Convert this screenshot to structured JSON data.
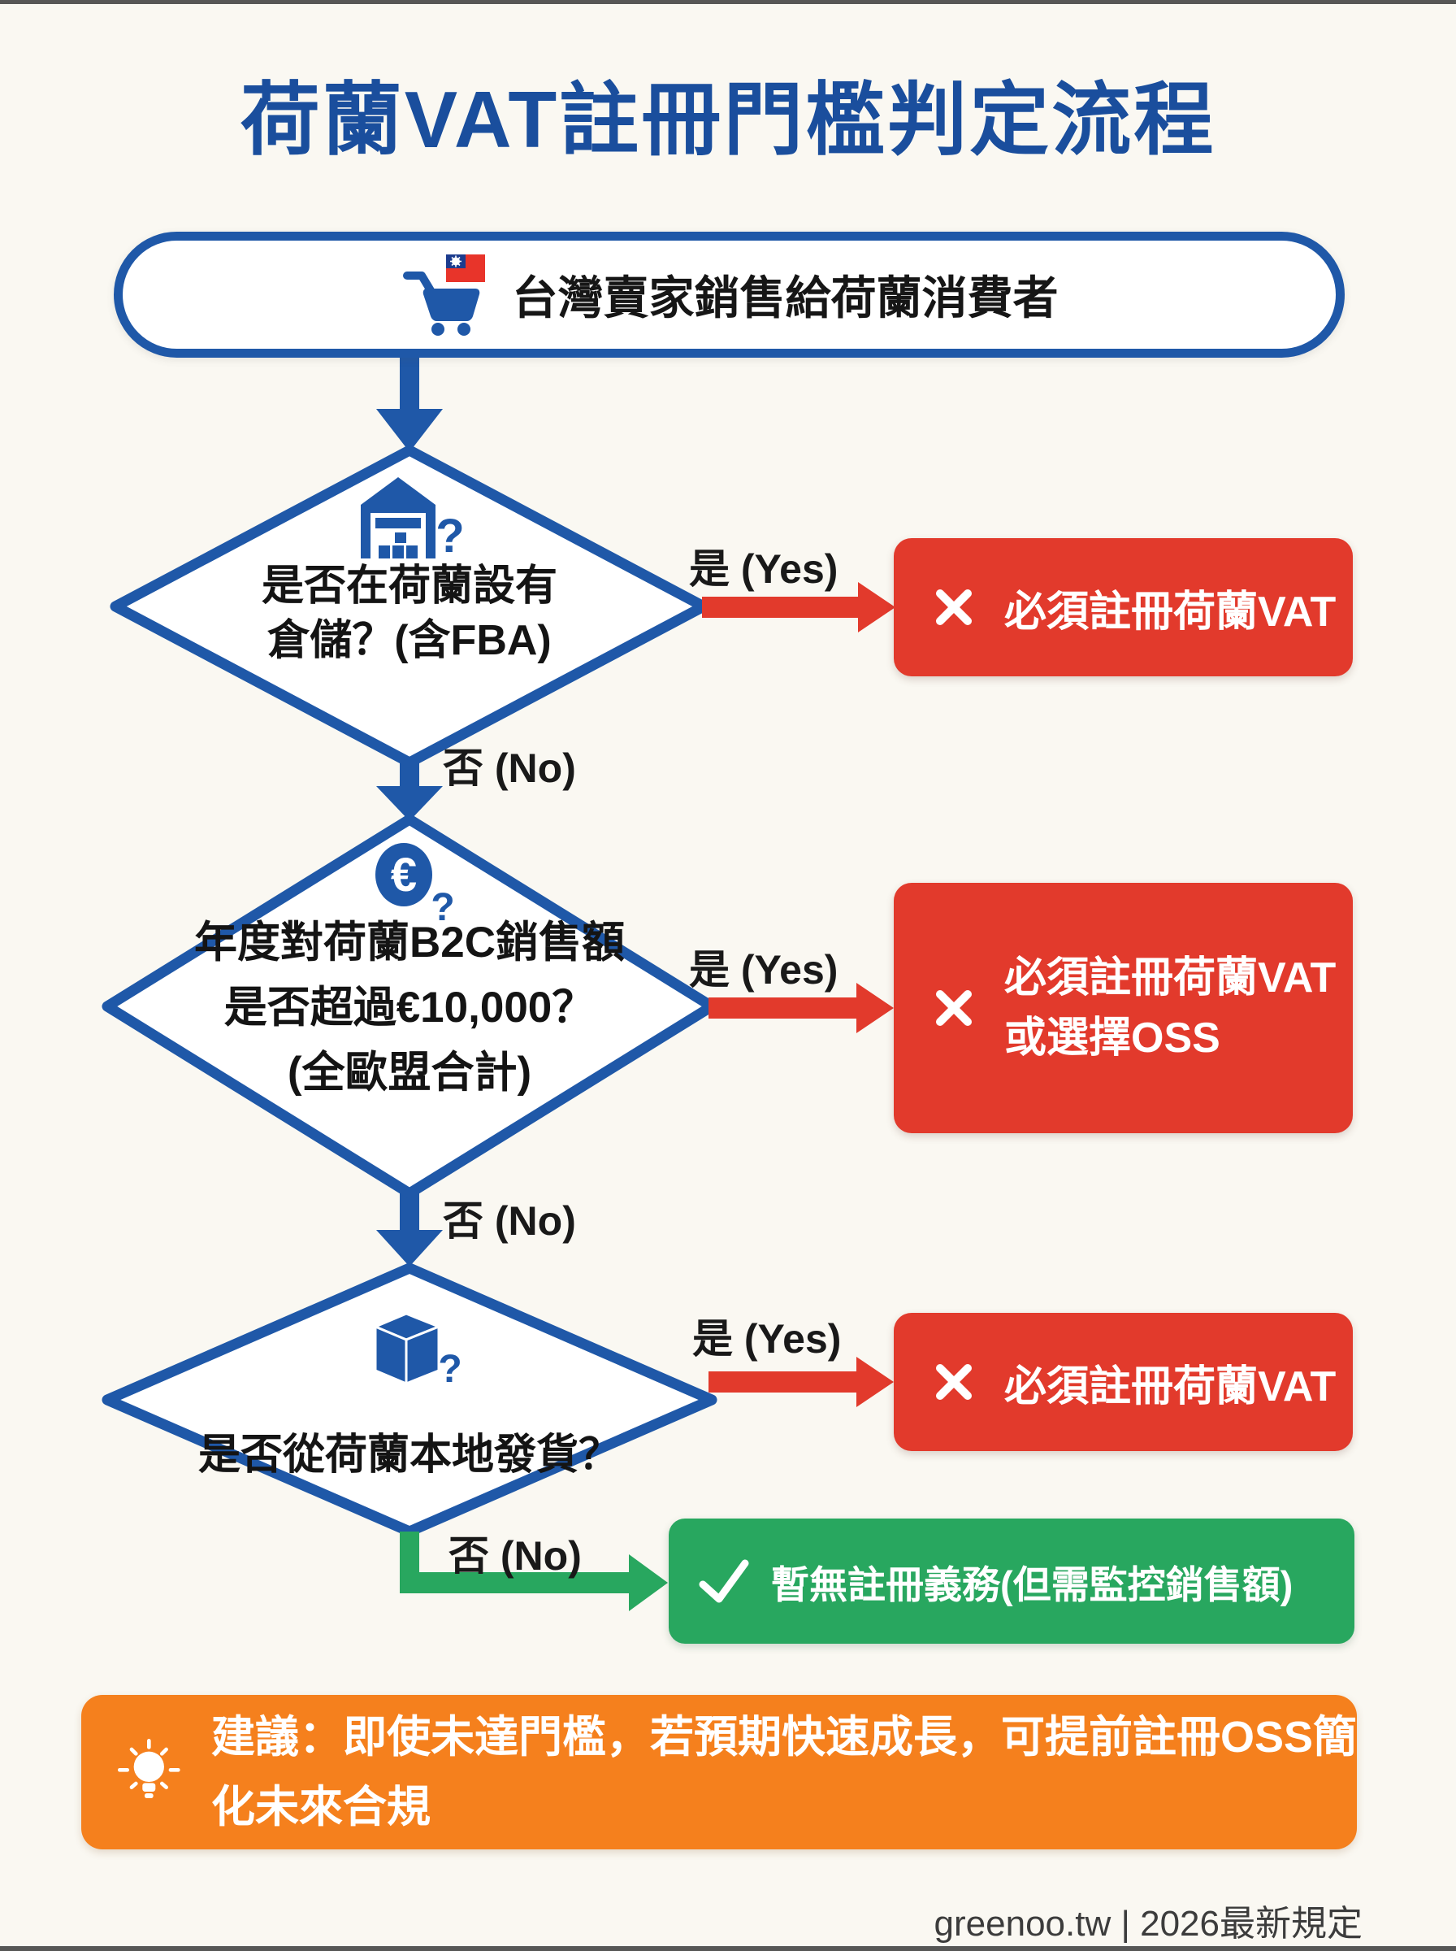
{
  "page": {
    "title": "荷蘭VAT註冊門檻判定流程",
    "footer": "greenoo.tw | 2026最新規定",
    "background": "#faf8f2"
  },
  "colors": {
    "flow_blue": "#1f58a8",
    "title_blue": "#1a4e9d",
    "result_red": "#e23a2c",
    "result_green": "#28a75f",
    "advice_orange": "#f5801d"
  },
  "start": {
    "icon": "shopping-cart-taiwan-flag",
    "label": "台灣賣家銷售給荷蘭消費者"
  },
  "labels": {
    "yes": "是 (Yes)",
    "no": "否 (No)"
  },
  "decisions": [
    {
      "icon": "warehouse-question",
      "lines": [
        "是否在荷蘭設有",
        "倉儲？(含FBA)"
      ]
    },
    {
      "icon": "euro-question",
      "lines": [
        "年度對荷蘭B2C銷售額",
        "是否超過€10,000？",
        "(全歐盟合計)"
      ]
    },
    {
      "icon": "package-question",
      "lines": [
        "是否從荷蘭本地發貨？"
      ]
    }
  ],
  "results": [
    {
      "type": "negative",
      "icon": "x-mark",
      "lines": [
        "必須註冊荷蘭VAT"
      ]
    },
    {
      "type": "negative",
      "icon": "x-mark",
      "lines": [
        "必須註冊荷蘭VAT",
        "或選擇OSS"
      ]
    },
    {
      "type": "negative",
      "icon": "x-mark",
      "lines": [
        "必須註冊荷蘭VAT"
      ]
    },
    {
      "type": "positive",
      "icon": "check-mark",
      "lines": [
        "暫無註冊義務(但需監控銷售額)"
      ]
    }
  ],
  "advice": {
    "icon": "lightbulb",
    "lines": [
      "建議：即使未達門檻，若預期快速成長，可提前註冊OSS簡",
      "化未來合規"
    ]
  }
}
